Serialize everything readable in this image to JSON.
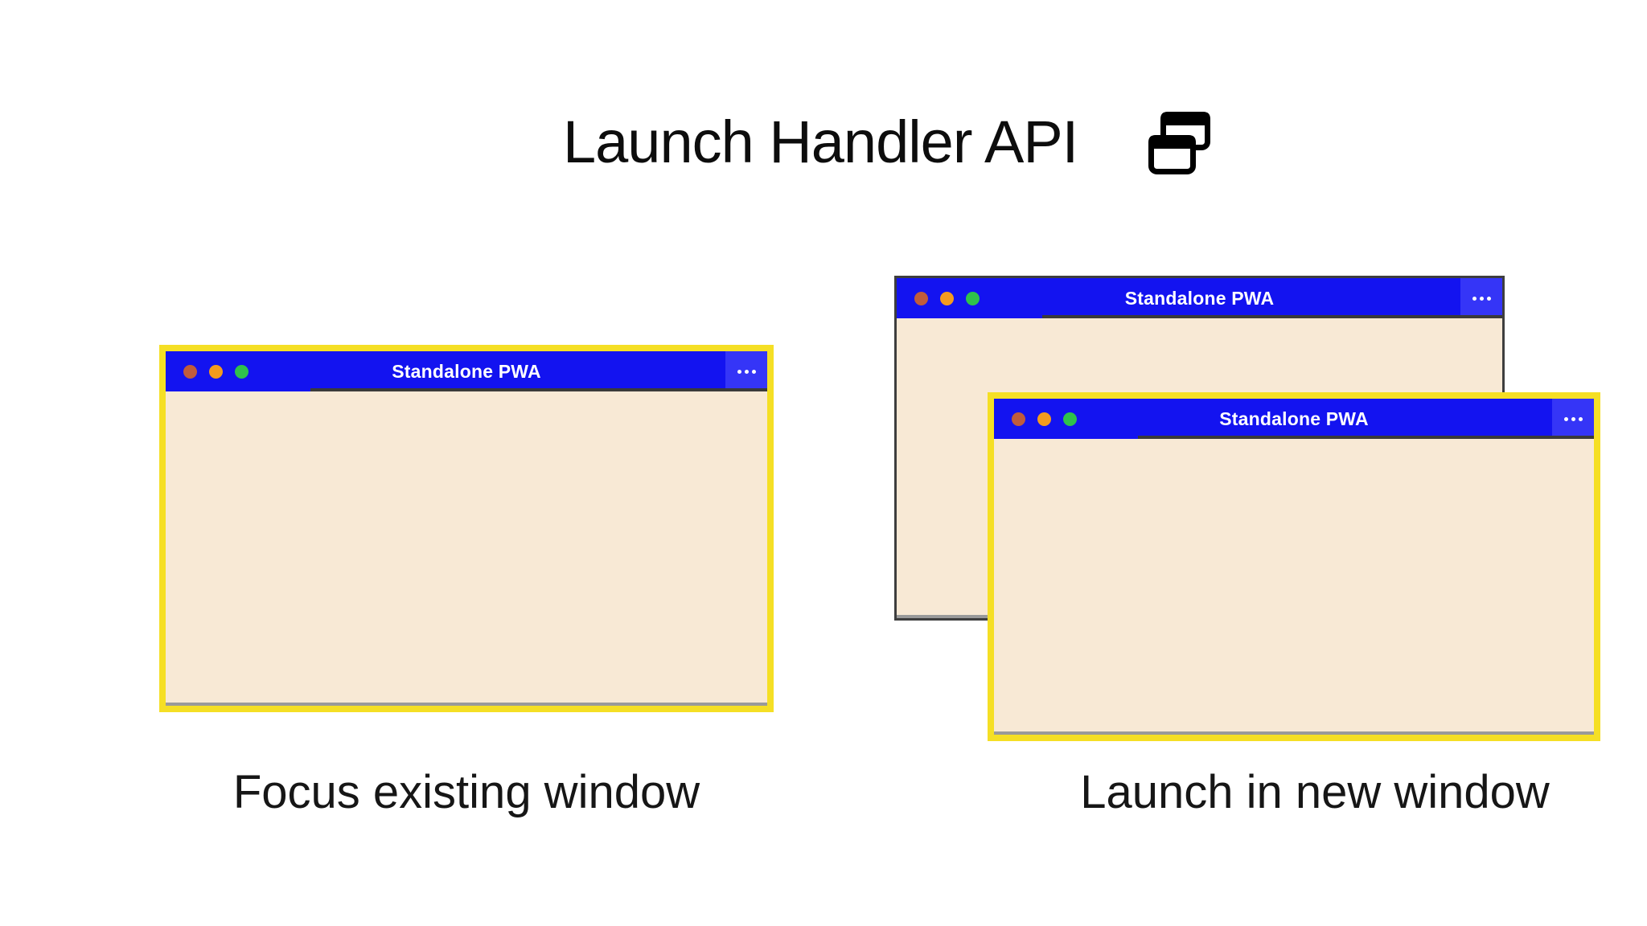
{
  "header": {
    "title": "Launch Handler API",
    "icon": "overlapping-windows-icon"
  },
  "colors": {
    "titlebar": "#1313F0",
    "titlebar_menu": "#3535F7",
    "window_body": "#F8E9D5",
    "highlight_border": "#F5DF25",
    "traffic_close": "#C05C3C",
    "traffic_minimize": "#F49B1D",
    "traffic_maximize": "#2FC24B"
  },
  "left_group": {
    "window": {
      "app_title": "Standalone PWA"
    },
    "caption": "Focus existing window"
  },
  "right_group": {
    "back_window": {
      "app_title": "Standalone PWA"
    },
    "front_window": {
      "app_title": "Standalone PWA"
    },
    "caption": "Launch in new window"
  }
}
